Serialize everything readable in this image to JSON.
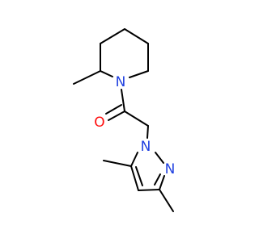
{
  "molecule": {
    "atoms": {
      "piperidine_n": {
        "symbol": "N",
        "color": "#2040e0"
      },
      "carbonyl_o": {
        "symbol": "O",
        "color": "#ff0d0d"
      },
      "pyrazole_n1": {
        "symbol": "N",
        "color": "#2040e0"
      },
      "pyrazole_n2": {
        "symbol": "N",
        "color": "#2040e0"
      }
    }
  }
}
